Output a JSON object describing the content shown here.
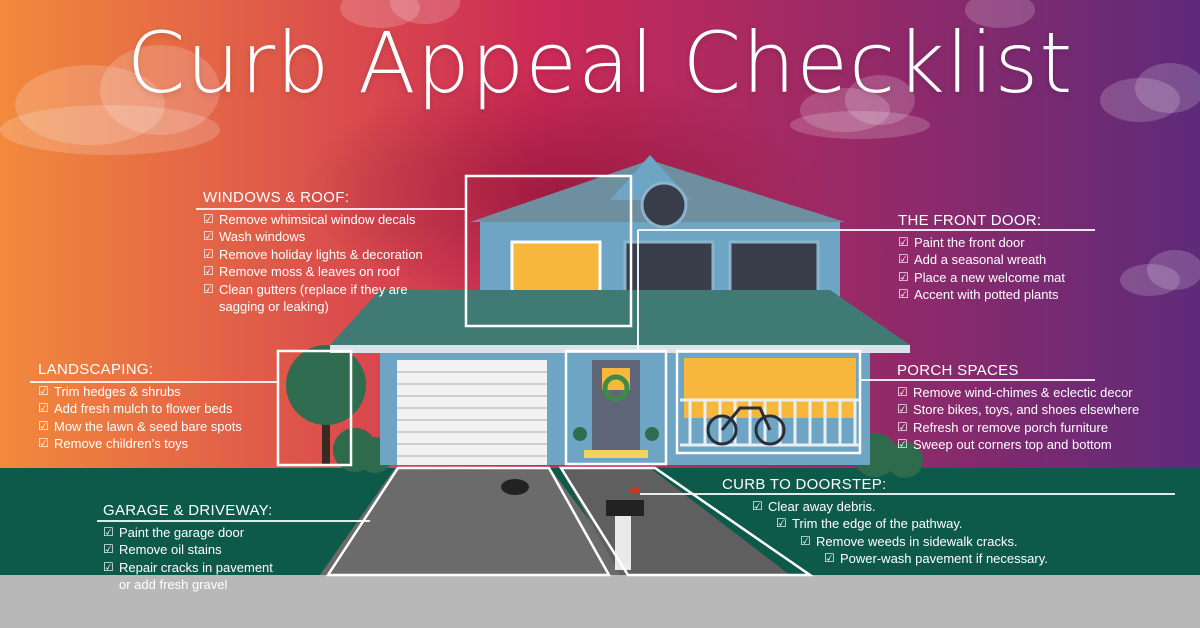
{
  "title": "Curb Appeal Checklist",
  "colors": {
    "sky_left": "#f0843c",
    "sky_mid": "#c8285a",
    "sky_right": "#6a2a78",
    "lawn": "#0e5a4a",
    "house_blue": "#6ea4c4",
    "window_glow": "#f6b73c",
    "roof": "#3f7a74"
  },
  "sections": {
    "windows": {
      "heading": "WINDOWS & ROOF:",
      "items": [
        "Remove whimsical window decals",
        "Wash windows",
        "Remove holiday lights & decoration",
        "Remove moss & leaves on roof",
        "Clean gutters (replace if they are",
        "sagging or leaking)"
      ]
    },
    "front_door": {
      "heading": "THE FRONT DOOR:",
      "items": [
        "Paint the front door",
        "Add a seasonal wreath",
        "Place a new welcome mat",
        "Accent with potted plants"
      ]
    },
    "landscaping": {
      "heading": "LANDSCAPING:",
      "items": [
        "Trim hedges & shrubs",
        "Add fresh mulch to flower beds",
        "Mow the lawn & seed bare spots",
        "Remove children’s toys"
      ]
    },
    "porch": {
      "heading": "PORCH SPACES",
      "items": [
        "Remove wind-chimes & eclectic decor",
        "Store bikes, toys, and shoes elsewhere",
        "Refresh or remove porch furniture",
        "Sweep out corners top and bottom"
      ]
    },
    "garage": {
      "heading": "GARAGE & DRIVEWAY:",
      "items": [
        "Paint the garage door",
        "Remove oil stains",
        "Repair cracks in pavement",
        "or add fresh gravel"
      ]
    },
    "curb": {
      "heading": "CURB TO DOORSTEP:",
      "items": [
        "Clear away debris.",
        "Trim the edge of the pathway.",
        "Remove weeds in sidewalk cracks.",
        "Power-wash pavement if necessary."
      ]
    }
  },
  "checkbox_glyph": "☑"
}
